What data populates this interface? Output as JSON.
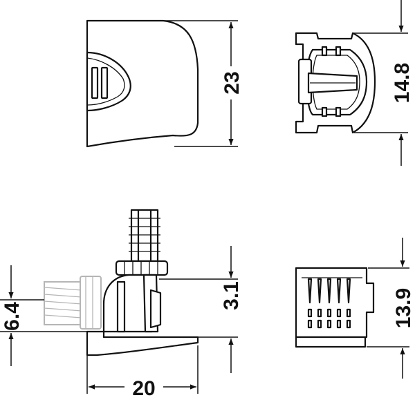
{
  "dimensions": {
    "top_height": "23",
    "top_right_height": "14.8",
    "bottom_left_small": "6.4",
    "bottom_mid": "3.1",
    "bottom_width": "20",
    "bottom_right_height": "13.9"
  },
  "colors": {
    "line": "#111111",
    "ghost": "#b5b5b5",
    "background": "#ffffff"
  }
}
